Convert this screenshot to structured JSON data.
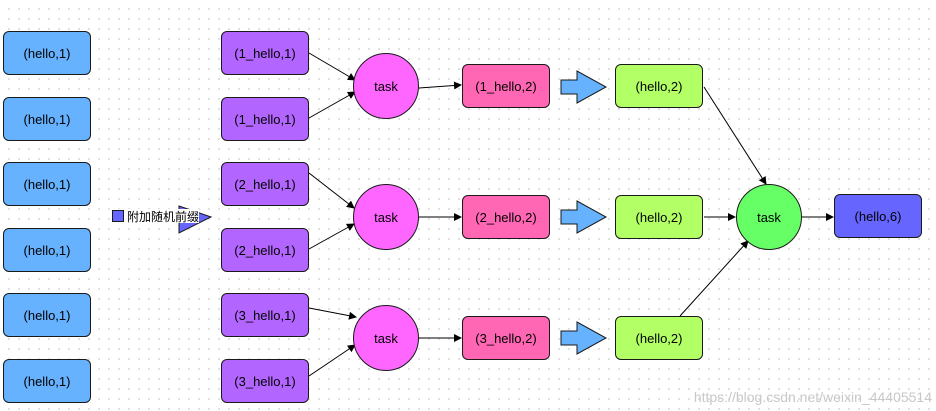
{
  "source": [
    {
      "label": "(hello,1)"
    },
    {
      "label": "(hello,1)"
    },
    {
      "label": "(hello,1)"
    },
    {
      "label": "(hello,1)"
    },
    {
      "label": "(hello,1)"
    },
    {
      "label": "(hello,1)"
    }
  ],
  "legend": {
    "label": "附加随机前缀"
  },
  "prefixed": [
    {
      "label": "(1_hello,1)"
    },
    {
      "label": "(1_hello,1)"
    },
    {
      "label": "(2_hello,1)"
    },
    {
      "label": "(2_hello,1)"
    },
    {
      "label": "(3_hello,1)"
    },
    {
      "label": "(3_hello,1)"
    }
  ],
  "tasks": [
    {
      "label": "task"
    },
    {
      "label": "task"
    },
    {
      "label": "task"
    }
  ],
  "partial": [
    {
      "label": "(1_hello,2)"
    },
    {
      "label": "(2_hello,2)"
    },
    {
      "label": "(3_hello,2)"
    }
  ],
  "stripped": [
    {
      "label": "(hello,2)"
    },
    {
      "label": "(hello,2)"
    },
    {
      "label": "(hello,2)"
    }
  ],
  "final_task": {
    "label": "task"
  },
  "result": {
    "label": "(hello,6)"
  },
  "watermark": "https://blog.csdn.net/weixin_44405514",
  "colors": {
    "source": "#66b2ff",
    "prefixed": "#b366ff",
    "task": "#ff66ff",
    "partial": "#ff66b3",
    "stripped": "#b3ff66",
    "final_task": "#66ff66",
    "result": "#6666ff",
    "block_arrow": "#66b2ff"
  }
}
